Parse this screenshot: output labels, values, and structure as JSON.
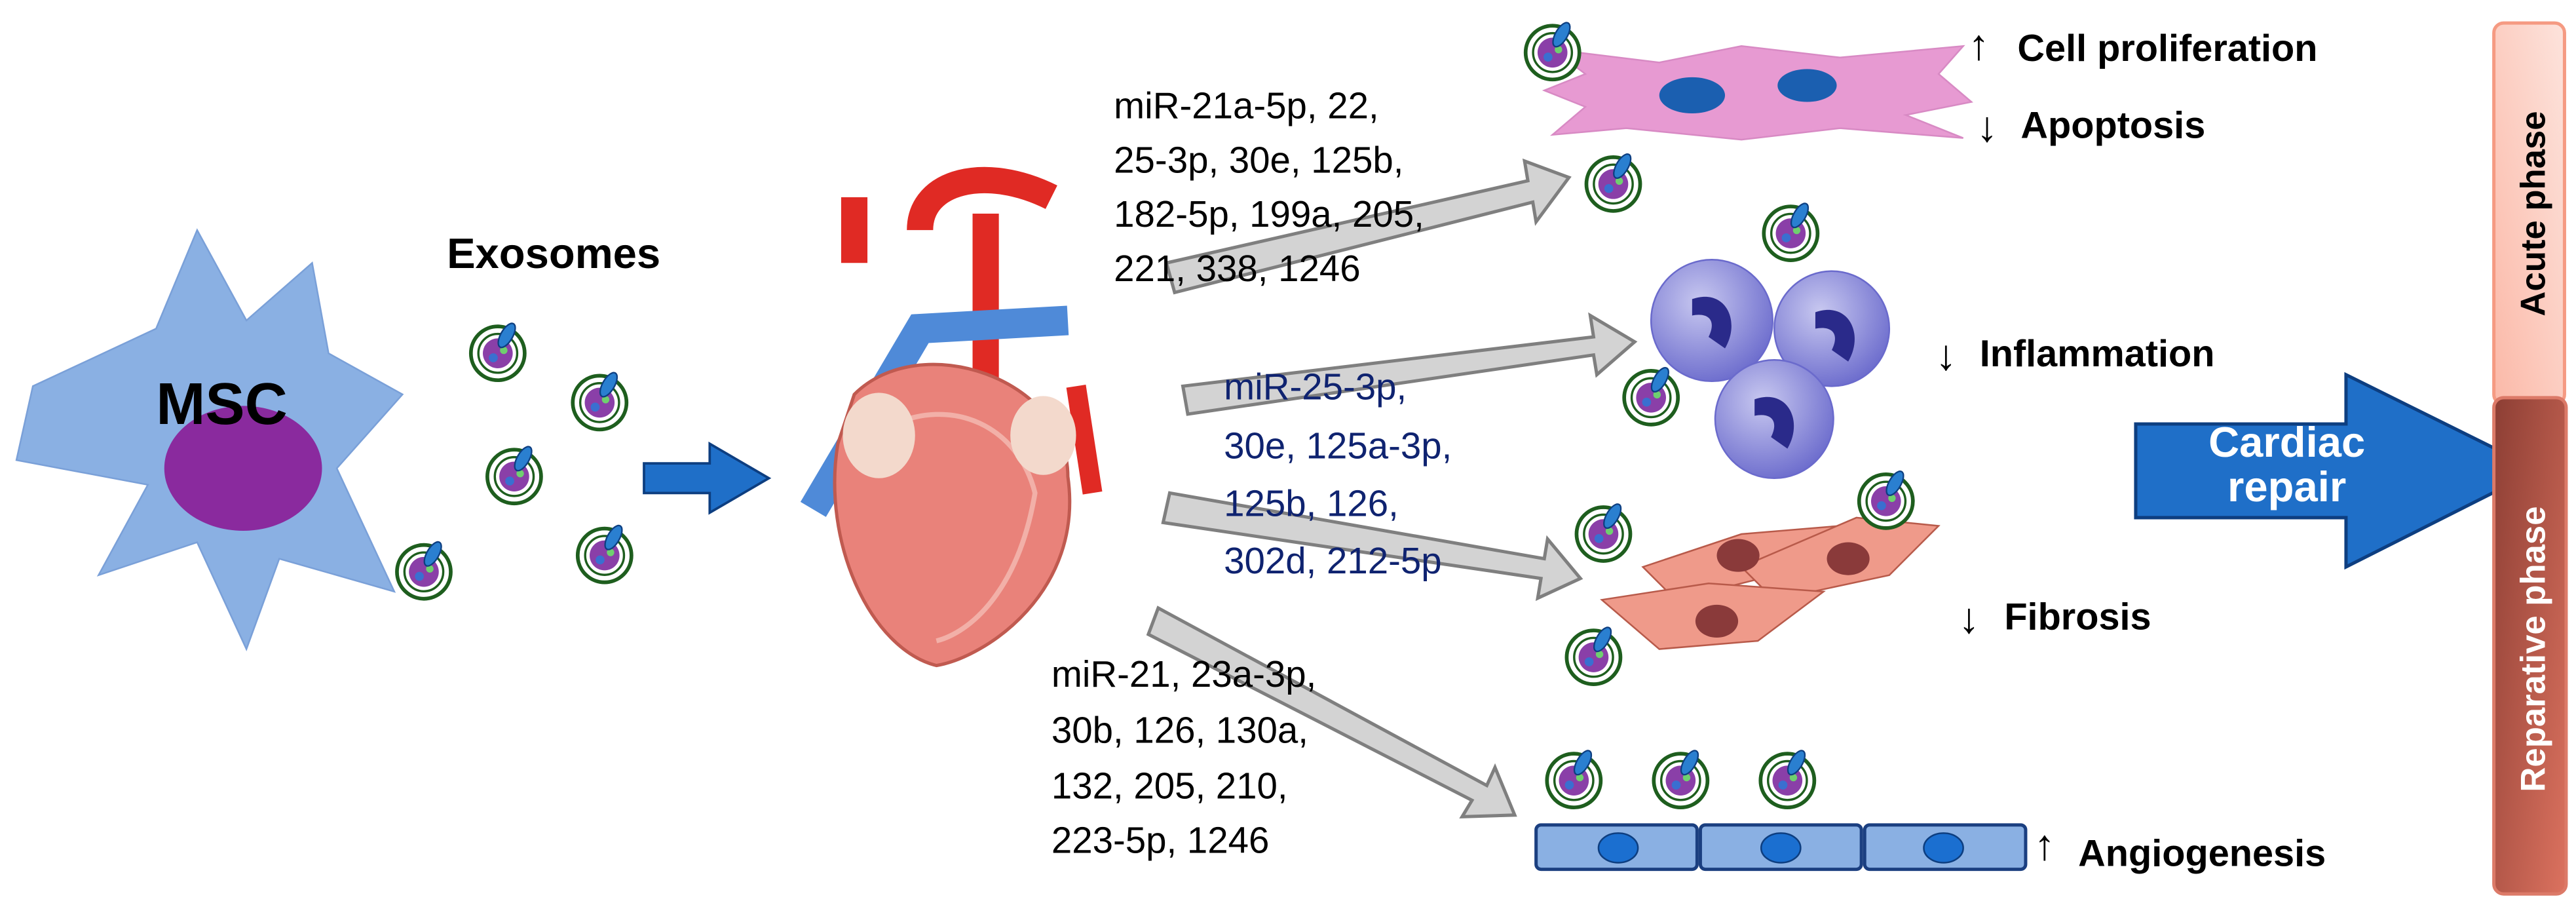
{
  "msc_label": "MSC",
  "exosomes_label": "Exosomes",
  "mirna_groups": [
    {
      "lines": [
        "miR-21a-5p, 22,",
        "25-3p, 30e, 125b,",
        "182-5p, 199a, 205,",
        "221, 338, 1246"
      ]
    },
    {
      "lines": [
        "miR-25-3p,",
        "30e, 125a-3p,",
        "125b, 126,",
        "302d, 212-5p"
      ]
    },
    {
      "lines": [
        "miR-21, 23a-3p,",
        "30b, 126, 130a,",
        "132, 205, 210,",
        "223-5p, 1246"
      ]
    }
  ],
  "effects": {
    "proliferation": {
      "arrow": "↑",
      "label": "Cell proliferation"
    },
    "apoptosis": {
      "arrow": "↓",
      "label": "Apoptosis"
    },
    "inflammation": {
      "arrow": "↓",
      "label": "Inflammation"
    },
    "fibrosis": {
      "arrow": "↓",
      "label": "Fibrosis"
    },
    "angiogenesis": {
      "arrow": "↑",
      "label": "Angiogenesis"
    }
  },
  "repair": {
    "line1": "Cardiac",
    "line2": "repair"
  },
  "phases": {
    "acute": "Acute phase",
    "reparative": "Reparative phase"
  },
  "colors": {
    "msc": "#8ab0e3",
    "arrow_blue": "#1f6fc8",
    "mirna_blue": "#0f2370",
    "acute": "#fcc9bd",
    "reparative": "#b8584a"
  }
}
